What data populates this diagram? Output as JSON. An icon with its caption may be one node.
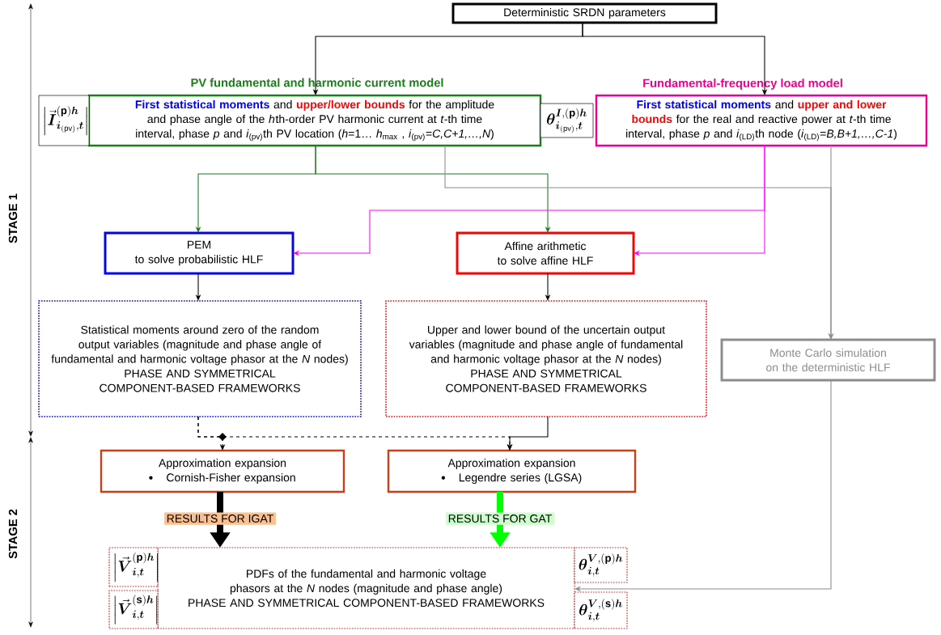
{
  "diagram": {
    "nodes": [
      {
        "text": [
          "Deterministic SRDN parameters"
        ]
      },
      {
        "text": [
          "PV fundamental and harmonic current model",
          "**First statistical moments** and **upper/lower bounds** for the amplitude and  phase angle of the *h*$_{}$th-order PV harmonic current at *t*-th time interval, phase *p* and *i*$_{(pv)}$th PV location (*h*=1… *h*$_{max}$ , *i*$_{(pv)}$=*C,C+1,…,N*)"
        ]
      },
      {
        "text": [
          "\\left|\\vec{\\boldsymbol{I}}^{(\\mathbf{p})\\boldsymbol{h}}_{\\boldsymbol{i}_{(\\mathrm{pv})},\\boldsymbol{t}}\\right|"
        ]
      },
      {
        "text": [
          "\\boldsymbol{\\theta}^{\\boldsymbol{I},(\\mathbf{p})\\boldsymbol{h}}_{\\boldsymbol{i}_{(\\mathrm{pv})},\\boldsymbol{t}}"
        ]
      },
      {
        "text": [
          "Fundamental-frequency load model",
          "**First statistical moments** and **upper and lower bounds** for the real and reactive power at *t*-th time interval, phase *p* and *i*$_{(LD)}$th node (*i*$_{(LD)}$=*B,B+1,…,C-1*)"
        ]
      },
      {
        "text": [
          "PEM",
          "to solve probabilistic HLF"
        ]
      },
      {
        "text": [
          "Affine arithmetic",
          "to solve affine HLF"
        ]
      },
      {
        "text": [
          "Statistical moments around zero of the random output variables (magnitude and phase angle of fundamental and harmonic voltage phasor at the *N* nodes)",
          "PHASE AND SYMMETRICAL COMPONENT-BASED FRAMEWORKS"
        ]
      },
      {
        "text": [
          "Upper and lower bound of the uncertain output variables (magnitude and phase angle of fundamental and harmonic voltage phasor at the *N* nodes)",
          "PHASE AND SYMMETRICAL COMPONENT-BASED FRAMEWORKS"
        ]
      },
      {
        "text": [
          "Monte Carlo simulation",
          "on the deterministic HLF"
        ]
      },
      {
        "text": [
          "Approximation expansion",
          "Cornish-Fisher expansion"
        ]
      },
      {
        "text": [
          "Approximation expansion",
          "Legendre series (LGSA)"
        ]
      },
      {
        "text": [
          "PDFs of the fundamental and harmonic voltage phasors at the *N* nodes  (magnitude and phase angle)",
          "PHASE AND SYMMETRICAL COMPONENT-BASED FRAMEWORKS"
        ]
      },
      {
        "text": [
          "\\left|\\vec{\\boldsymbol{V}}^{(\\mathbf{p})\\boldsymbol{h}}_{\\boldsymbol{i},\\boldsymbol{t}}\\right|"
        ]
      },
      {
        "text": [
          "\\left|\\vec{\\boldsymbol{V}}^{(\\mathbf{s})\\boldsymbol{h}}_{\\boldsymbol{i},\\boldsymbol{t}}\\right|"
        ]
      },
      {
        "text": [
          "\\boldsymbol{\\theta}^{\\boldsymbol{V},(\\mathbf{p})\\boldsymbol{h}}_{\\boldsymbol{i},\\boldsymbol{t}}"
        ]
      },
      {
        "text": [
          "\\boldsymbol{\\theta}^{\\boldsymbol{V},(\\mathbf{s})\\boldsymbol{h}}_{\\boldsymbol{i},\\boldsymbol{t}}"
        ]
      }
    ],
    "edges": [
      {
        "from": 0,
        "to": 1,
        "arrow": "to"
      },
      {
        "from": 0,
        "to": 4,
        "arrow": "to"
      },
      {
        "from": 1,
        "to": 5,
        "arrow": "to",
        "color": "#1e7b1e"
      },
      {
        "from": 1,
        "to": 6,
        "arrow": "to",
        "color": "#1e7b1e"
      },
      {
        "from": 4,
        "to": 5,
        "arrow": "to",
        "color": "#ff00ff"
      },
      {
        "from": 4,
        "to": 6,
        "arrow": "to",
        "color": "#ff00ff"
      },
      {
        "from": 1,
        "to": 9,
        "arrow": "to",
        "color": "#8c8c8c"
      },
      {
        "from": 4,
        "to": 9,
        "arrow": "to",
        "color": "#8c8c8c"
      },
      {
        "from": 5,
        "to": 7,
        "arrow": "to"
      },
      {
        "from": 6,
        "to": 8,
        "arrow": "to"
      },
      {
        "from": 7,
        "to": 10,
        "arrow": "to",
        "style": "dashed"
      },
      {
        "from": 7,
        "to": 11,
        "arrow": "to",
        "style": "dashed"
      },
      {
        "from": 8,
        "to": 11,
        "arrow": "to"
      },
      {
        "from": 10,
        "to": 12,
        "arrow": "to",
        "style": "thick",
        "label": "RESULTS FOR IGAT"
      },
      {
        "from": 11,
        "to": 12,
        "arrow": "to",
        "style": "thick",
        "color": "#00ff00",
        "label": "RESULTS FOR GAT"
      },
      {
        "from": 9,
        "to": 12,
        "arrow": "to",
        "color": "#8c8c8c"
      }
    ],
    "labels": [
      "STAGE 1",
      "STAGE 2"
    ]
  }
}
